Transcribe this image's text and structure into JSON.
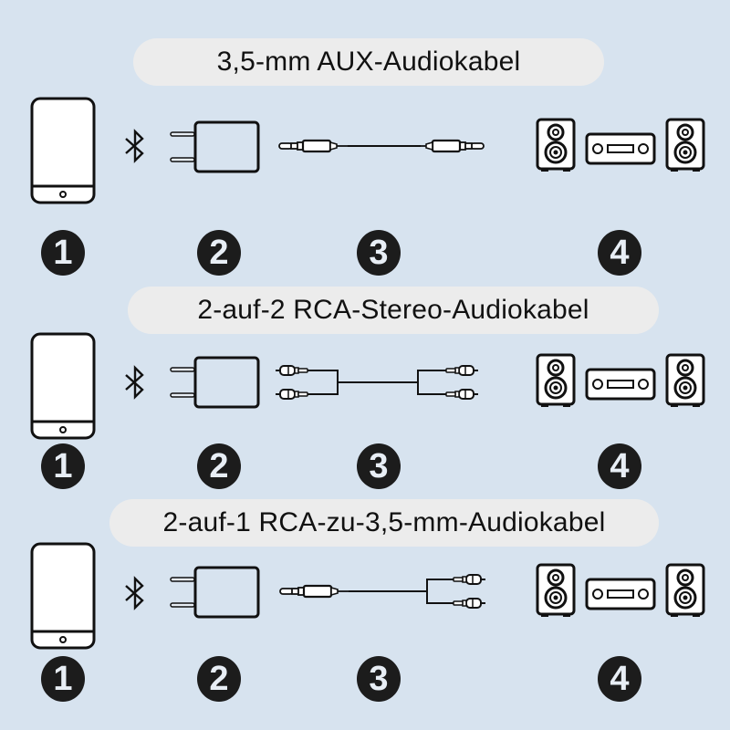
{
  "rows": [
    {
      "title": "3,5-mm AUX-Audiokabel",
      "cable_type": "aux-3.5mm-to-3.5mm",
      "steps": [
        "1",
        "2",
        "3",
        "4"
      ]
    },
    {
      "title": "2-auf-2 RCA-Stereo-Audiokabel",
      "cable_type": "rca-2-to-2",
      "steps": [
        "1",
        "2",
        "3",
        "4"
      ]
    },
    {
      "title": "2-auf-1 RCA-zu-3,5-mm-Audiokabel",
      "cable_type": "3.5mm-to-2-rca",
      "steps": [
        "1",
        "2",
        "3",
        "4"
      ]
    }
  ],
  "icons": {
    "step1": "smartphone-icon",
    "link": "bluetooth-icon",
    "step2": "bluetooth-adapter-plug-icon",
    "step3": "audio-cable-icon",
    "step4": "stereo-system-icon"
  },
  "colors": {
    "background": "#d7e3ef",
    "pill": "#ececec",
    "stroke": "#111111",
    "badge": "#1c1c1c"
  }
}
